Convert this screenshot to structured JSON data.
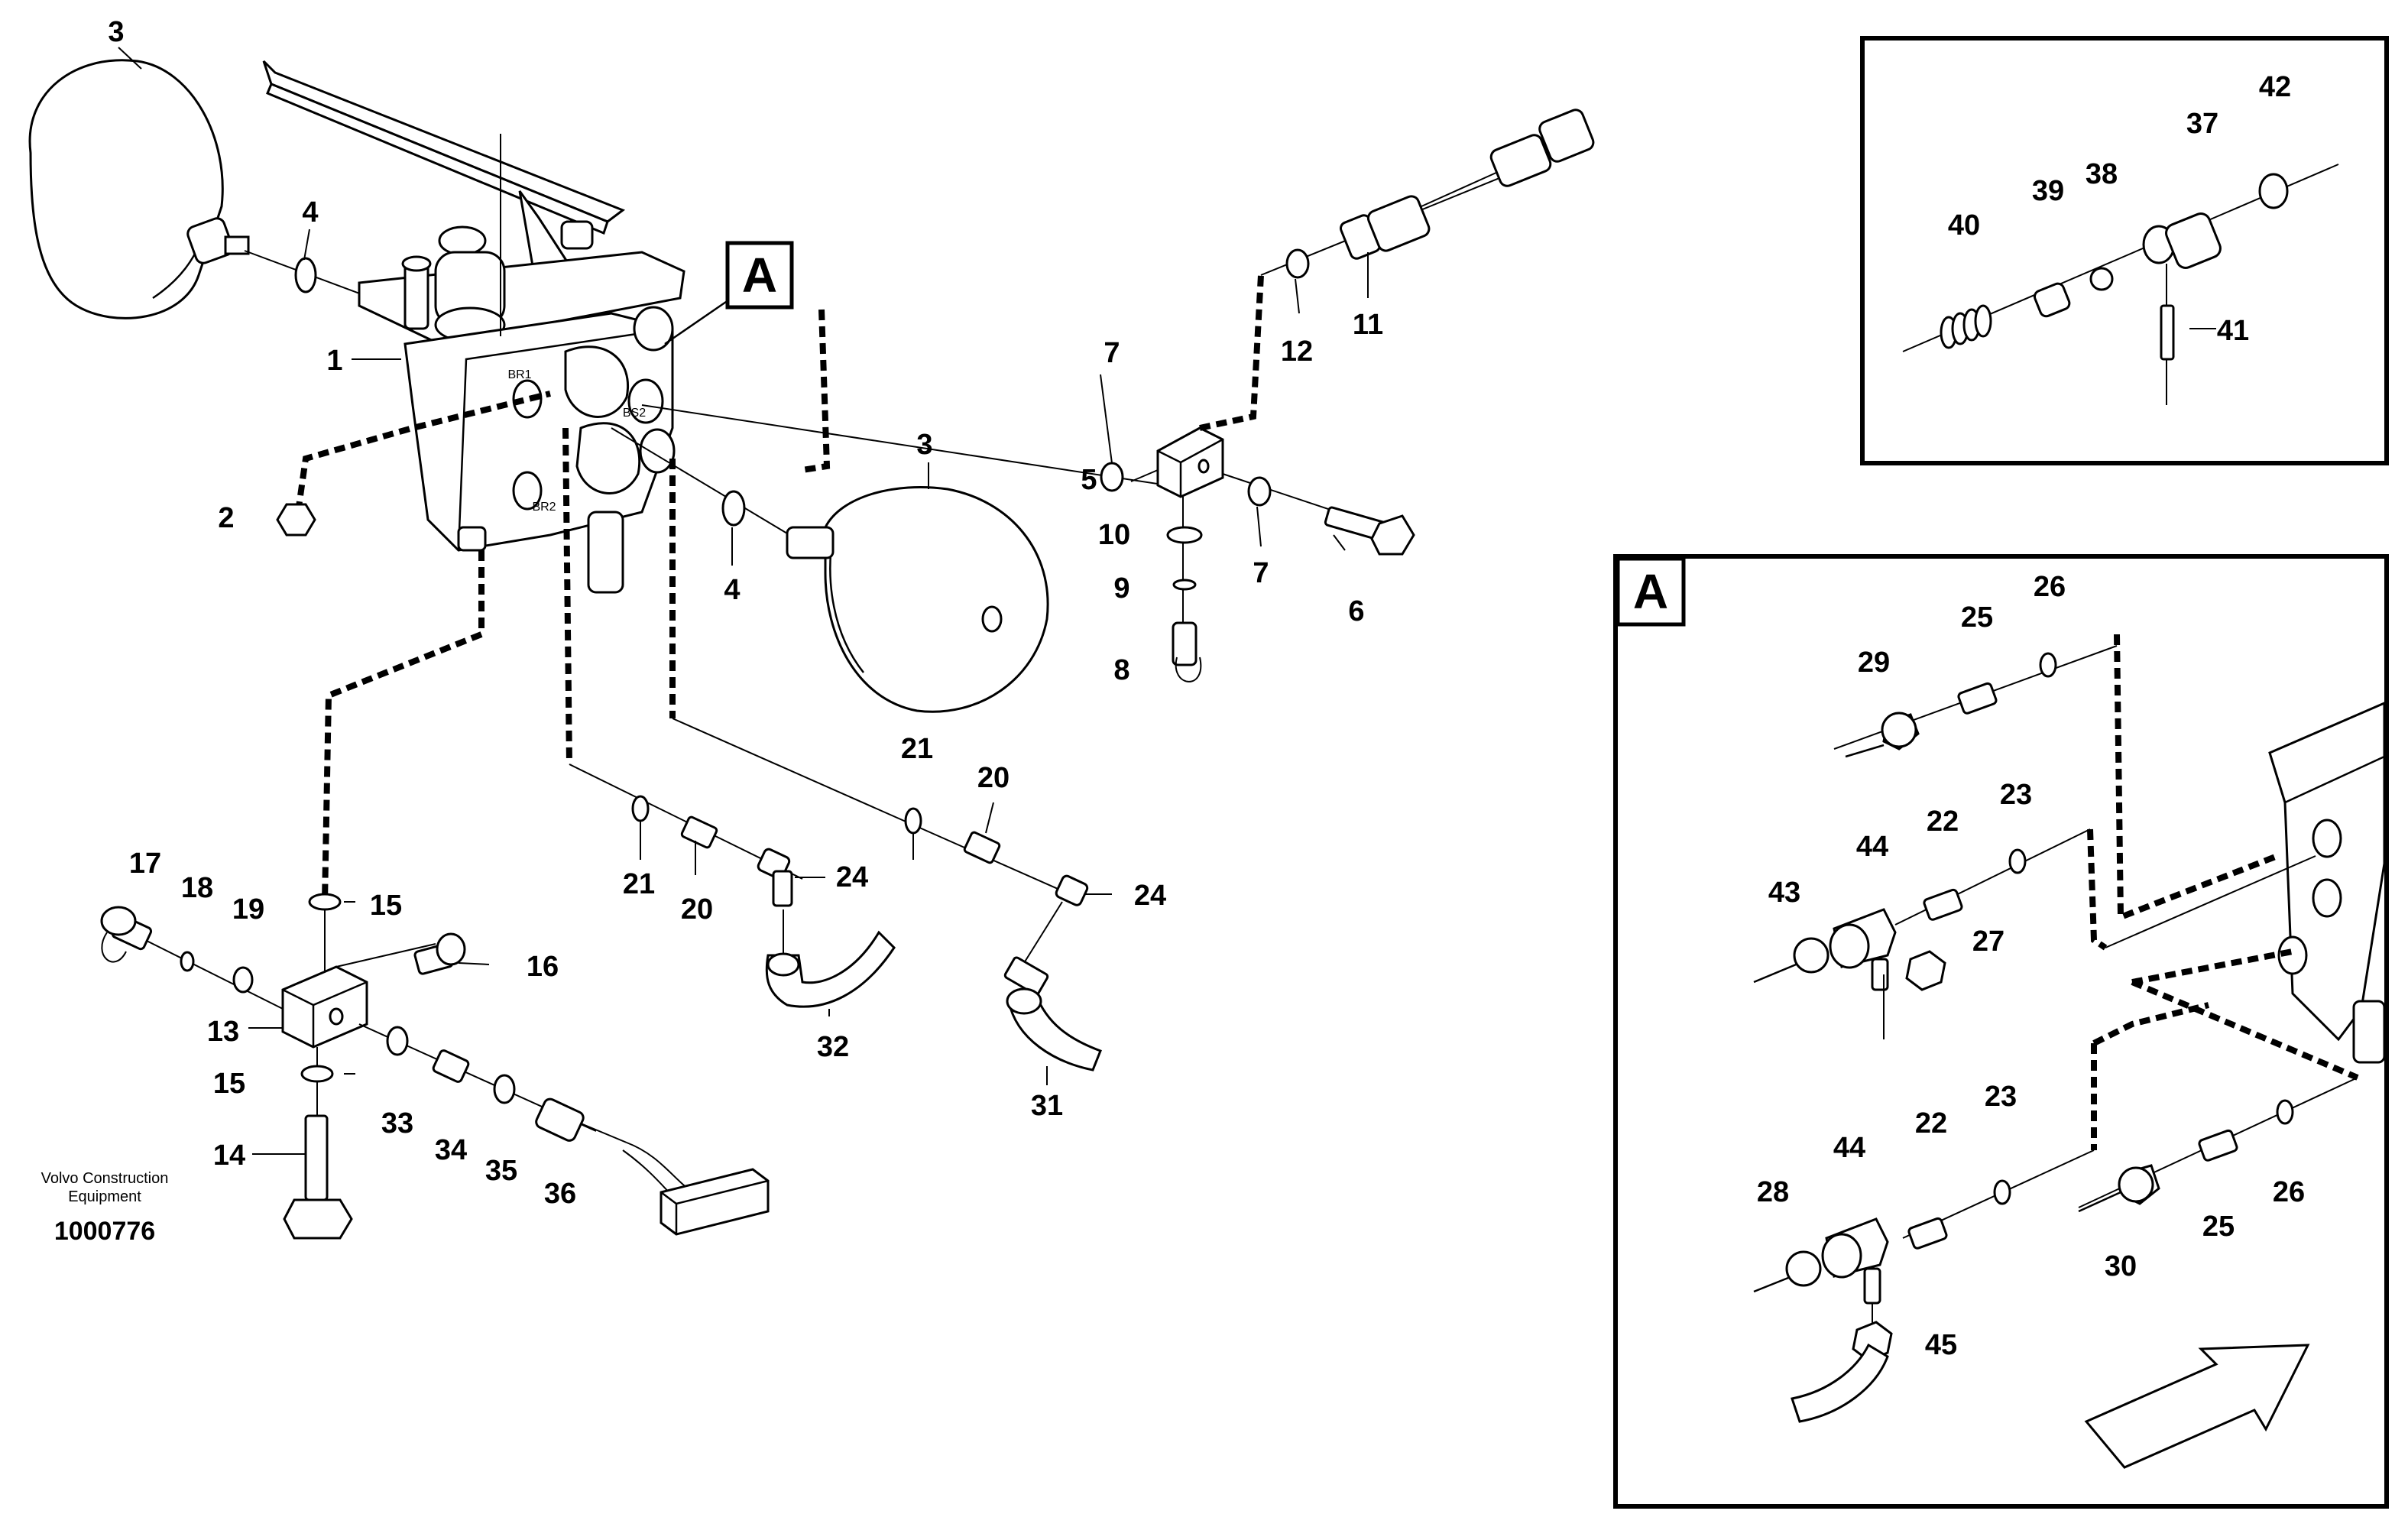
{
  "box_labels": {
    "detail_a": "A",
    "main_a": "A"
  },
  "branding": {
    "line1": "Volvo Construction",
    "line2": "Equipment",
    "doc_number": "1000776"
  },
  "port_labels": {
    "br1": "BR1",
    "br2": "BR2",
    "bs2": "BS2"
  },
  "callouts": {
    "c1": "1",
    "c2": "2",
    "c3a": "3",
    "c3b": "3",
    "c4a": "4",
    "c4b": "4",
    "c5": "5",
    "c6": "6",
    "c7a": "7",
    "c7b": "7",
    "c8": "8",
    "c9": "9",
    "c10": "10",
    "c11": "11",
    "c12": "12",
    "c13": "13",
    "c14": "14",
    "c15a": "15",
    "c15b": "15",
    "c16": "16",
    "c17": "17",
    "c18": "18",
    "c19": "19",
    "c20a": "20",
    "c20b": "20",
    "c21a": "21",
    "c21b": "21",
    "c24a": "24",
    "c24b": "24",
    "c31": "31",
    "c32": "32",
    "c33": "33",
    "c34": "34",
    "c35": "35",
    "c36": "36",
    "c37": "37",
    "c38": "38",
    "c39": "39",
    "c40": "40",
    "c41": "41",
    "c42": "42",
    "d22a": "22",
    "d22b": "22",
    "d23a": "23",
    "d23b": "23",
    "d25a": "25",
    "d25b": "25",
    "d26a": "26",
    "d26b": "26",
    "d27": "27",
    "d28": "28",
    "d29": "29",
    "d30": "30",
    "d43": "43",
    "d44a": "44",
    "d44b": "44",
    "d45": "45"
  }
}
